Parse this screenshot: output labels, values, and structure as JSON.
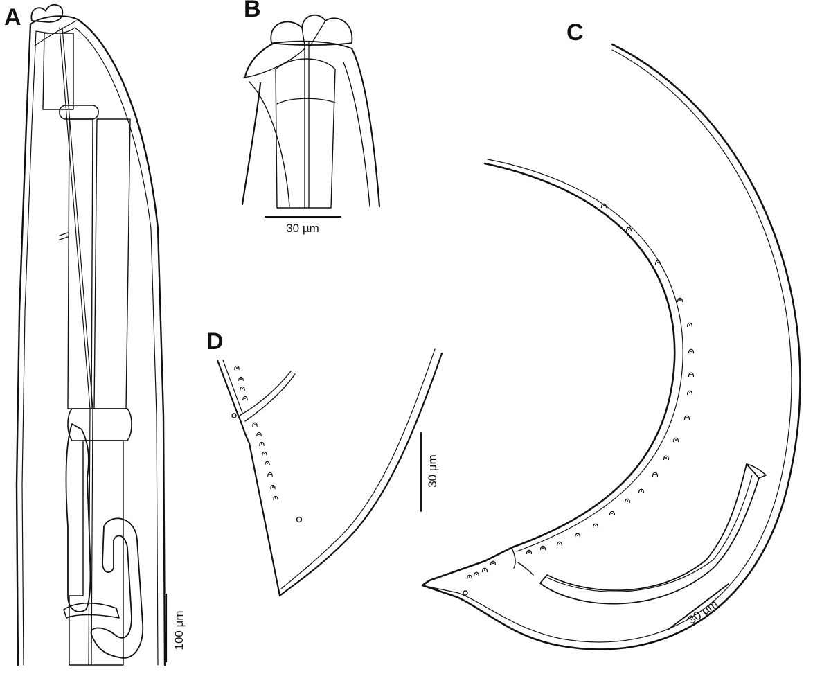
{
  "figure": {
    "panels": [
      {
        "letter": "A",
        "scale_bar": "100 µm"
      },
      {
        "letter": "B",
        "scale_bar": "30 µm"
      },
      {
        "letter": "C",
        "scale_bar": "30 µm"
      },
      {
        "letter": "D",
        "scale_bar": "30 µm"
      }
    ],
    "colors": {
      "ink": "#111111",
      "background": "#ffffff"
    }
  }
}
